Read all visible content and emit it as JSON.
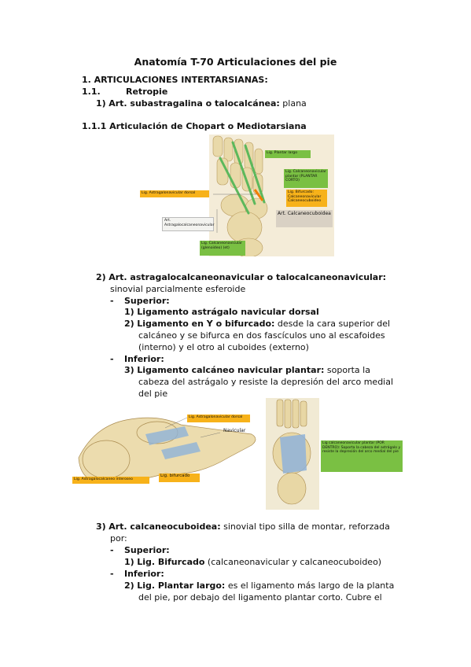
{
  "title": "Anatomía T-70 Articulaciones del pie",
  "s1_heading": "1.  ARTICULACIONES INTERTARSIANAS:",
  "s11_num": "1.1.",
  "s11_label": "Retropie",
  "item1_num": "1)",
  "item1_bold": "Art. subastragalina o talocalcánea:",
  "item1_rest": " plana",
  "s111_heading": "1.1.1 Articulación de Chopart o Mediotarsiana",
  "fig1": {
    "labels": {
      "plantar_largo": "Lig. Plantar largo",
      "calcaneonav_plantar": "Lig. Calcaneonavicular plantar (PLANTAR CORTO)",
      "bifurcado": "Lig. Bifurcado: Calcaneonavicular Calcaneocuboideo",
      "astragalo_nav": "Lig. Astragalonavicular dorsal",
      "art_astragalo": "Art. Astragalocalcaneonavicular",
      "art_calcaneo": "Art. Calcaneocuboidea",
      "calcaneonav_bottom": "Lig. Calcaneonavicular (glenoideo) (et)"
    }
  },
  "item2_num": "2)",
  "item2_bold": "Art. astragalocalcaneonavicular o talocalcaneonavicular:",
  "item2_cont": "sinovial parcialmente esferoide",
  "sup_label": "Superior:",
  "a1_num": "1)",
  "a1_bold": "Ligamento astrágalo navicular dorsal",
  "a2_num": "2)",
  "a2_bold": "Ligamento en Y o bifurcado:",
  "a2_rest": " desde la cara superior del",
  "a2_l2": "calcáneo y se bifurca en dos fascículos uno al escafoides",
  "a2_l3": "(interno) y el otro al cuboides (externo)",
  "inf_label": "Inferior:",
  "a3_num": "3)",
  "a3_bold": "Ligamento calcáneo navicular plantar:",
  "a3_rest": " soporta la",
  "a3_l2": "cabeza del astrágalo y resiste la depresión del arco medial",
  "a3_l3": "del pie",
  "fig2": {
    "labels": {
      "astragalo_dorsal": "Lig. Astragalonavicular dorsal",
      "navicular": "Navicular",
      "astragalo_bottom": "Lig. Astragalocalcaneo interoseo",
      "bifurcado": "Lig. bifurcado",
      "calcaneonav_plantar": "Lig calcaneonavicular plantar (POR DENTRO): Soporta la cabeza del astrágalo y resiste la depresión del arco medial del pie"
    }
  },
  "item3_num": "3)",
  "item3_bold": "Art. calcaneocuboidea:",
  "item3_rest": " sinovial tipo silla de montar, reforzada",
  "item3_cont": "por:",
  "c_sup_label": "Superior:",
  "c1_num": "1)",
  "c1_bold": "Lig. Bifurcado",
  "c1_rest": " (calcaneonavicular y calcaneocuboideo)",
  "c_inf_label": "Inferior:",
  "c2_num": "2)",
  "c2_bold": "Lig. Plantar largo:",
  "c2_rest": " es el ligamento más largo de la planta",
  "c2_l2": "del pie, por debajo del ligamento plantar corto. Cubre el"
}
